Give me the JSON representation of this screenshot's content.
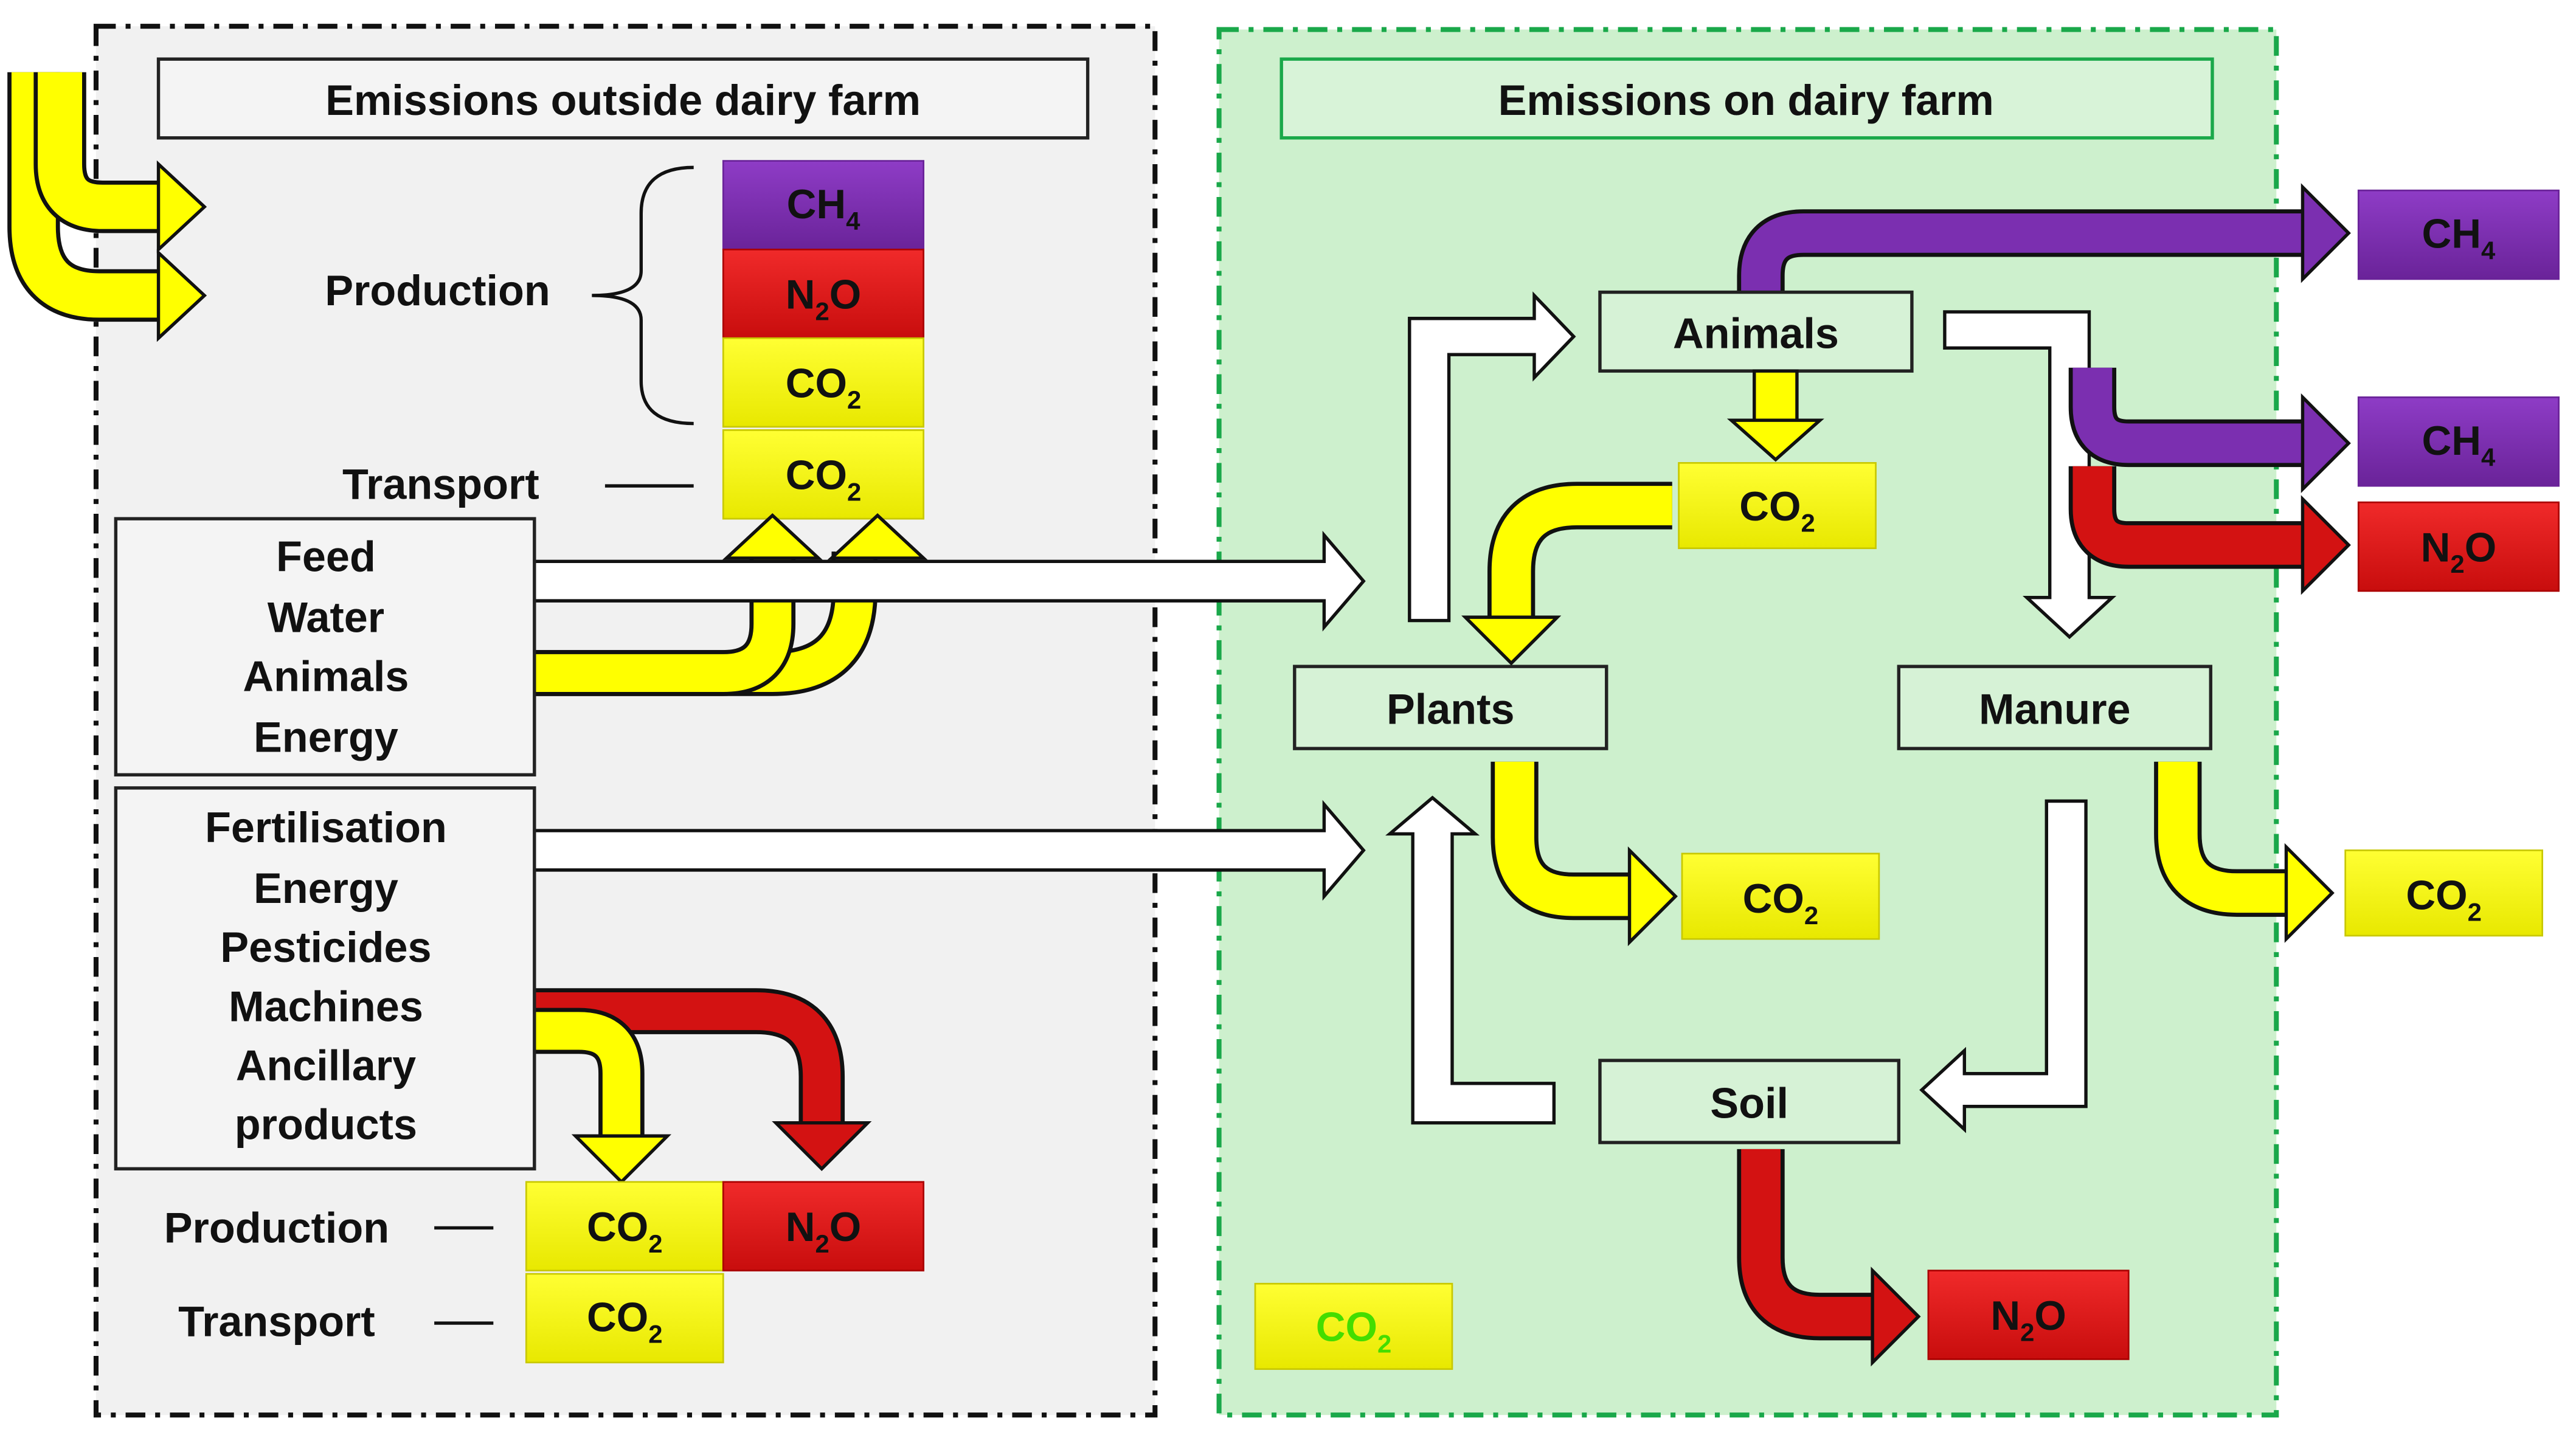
{
  "panels": {
    "outside_title": "Emissions outside dairy farm",
    "on_farm_title": "Emissions on dairy farm"
  },
  "outside": {
    "production_label": "Production",
    "transport_label": "Transport",
    "inputs_group_1": [
      "Feed",
      "Water",
      "Animals",
      "Energy"
    ],
    "inputs_group_2": [
      "Fertilisation",
      "Energy",
      "Pesticides",
      "Machines",
      "Ancillary",
      "products"
    ],
    "production_label_2": "Production",
    "transport_label_2": "Transport"
  },
  "gases": {
    "ch4": {
      "base": "CH",
      "sub": "4"
    },
    "n2o": {
      "pre": "N",
      "sub": "2",
      "post": "O"
    },
    "co2": {
      "base": "CO",
      "sub": "2"
    }
  },
  "farm_nodes": {
    "animals": "Animals",
    "plants": "Plants",
    "manure": "Manure",
    "soil": "Soil"
  },
  "colors": {
    "ch4": "#7b2fb0",
    "n2o": "#e01515",
    "co2": "#ffff00",
    "co2_green_text": "#44dd00",
    "outside_bg": "#f1f1f1",
    "farm_bg": "#cdf0cd",
    "farm_border": "#1aa84a",
    "node_bg": "#d6f2d6"
  }
}
